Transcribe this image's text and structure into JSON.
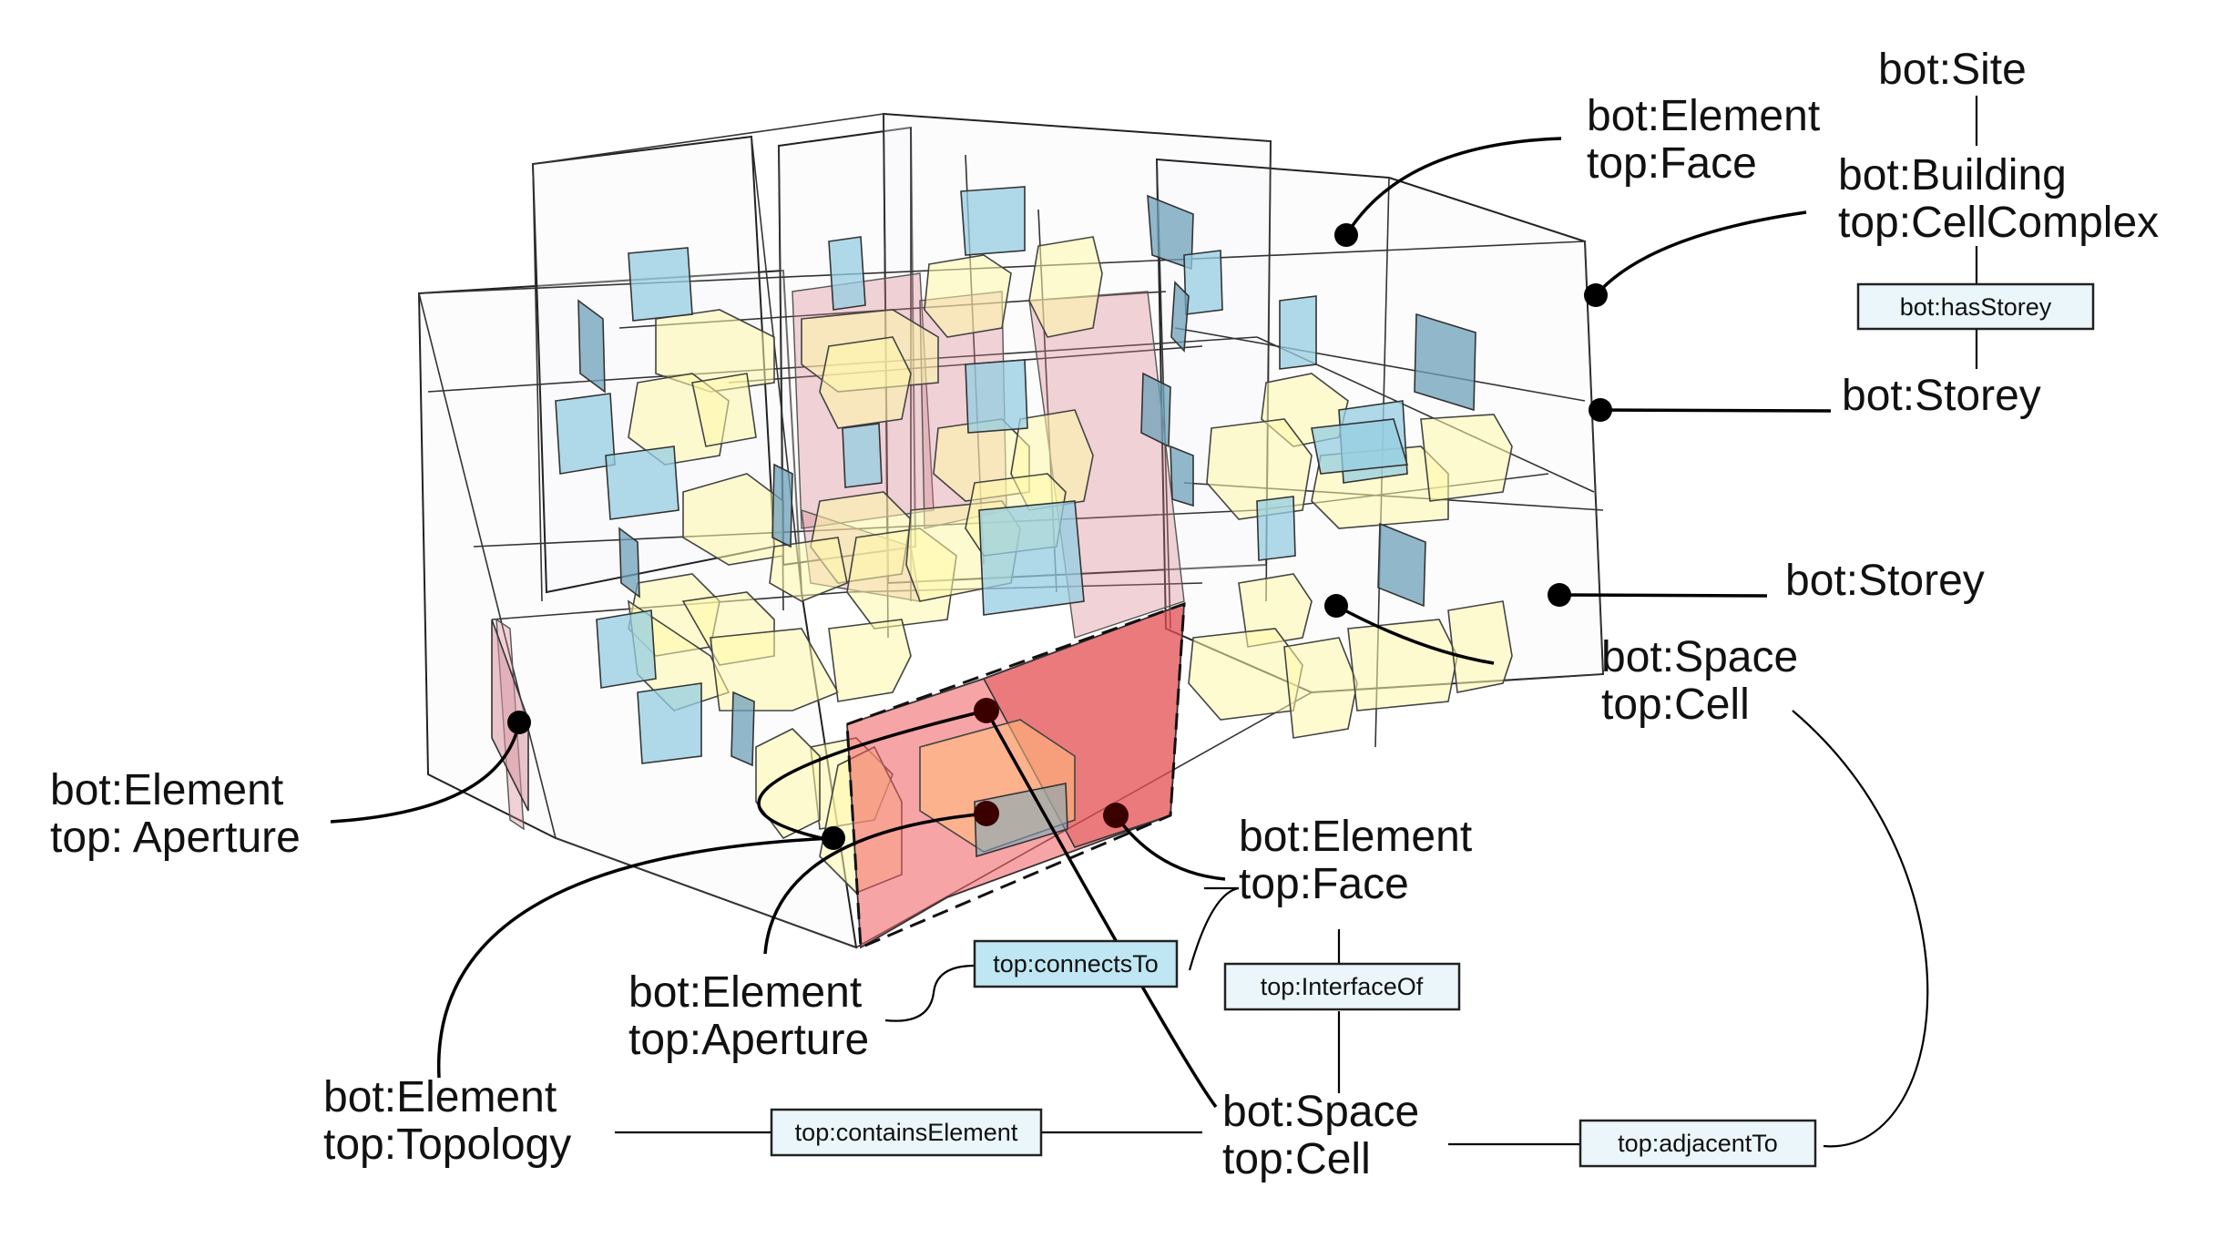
{
  "labels": {
    "site": "bot:Site",
    "building_1": "bot:Building",
    "building_2": "top:CellComplex",
    "element_face_top_1": "bot:Element",
    "element_face_top_2": "top:Face",
    "storey_upper": "bot:Storey",
    "storey_lower": "bot:Storey",
    "space_right_1": "bot:Space",
    "space_right_2": "top:Cell",
    "element_aperture_left_1": "bot:Element",
    "element_aperture_left_2": "top: Aperture",
    "element_face_mid_1": "bot:Element",
    "element_face_mid_2": "top:Face",
    "element_aperture_mid_1": "bot:Element",
    "element_aperture_mid_2": "top:Aperture",
    "element_topology_1": "bot:Element",
    "element_topology_2": "top:Topology",
    "space_bottom_1": "bot:Space",
    "space_bottom_2": "top:Cell"
  },
  "relations": {
    "has_storey": "bot:hasStorey",
    "connects_to": "top:connectsTo",
    "interface_of": "top:InterfaceOf",
    "contains_element": "top:containsElement",
    "adjacent_to": "top:adjacentTo"
  },
  "colors": {
    "highlight_cell": "#f0595f",
    "space_volume": "#fff7aa",
    "aperture": "#96cde1",
    "relation_box": "#eaf6f9"
  }
}
